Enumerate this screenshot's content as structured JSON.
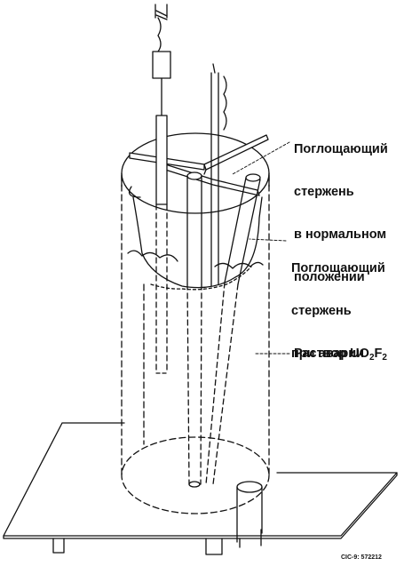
{
  "labels": {
    "rod_normal": {
      "line1": "Поглощающий",
      "line2": "стержень",
      "line3": "в нормальном",
      "line4": "положении"
    },
    "rod_accident": {
      "line1": "Поглощающий",
      "line2": "стержень",
      "line3": "при аварии"
    },
    "solution": {
      "prefix": "Раствор UO",
      "sub1": "2",
      "mid": "F",
      "sub2": "2"
    }
  },
  "figure_code": "CIC-9: 572212",
  "colors": {
    "ink": "#111111",
    "background": "#ffffff"
  }
}
